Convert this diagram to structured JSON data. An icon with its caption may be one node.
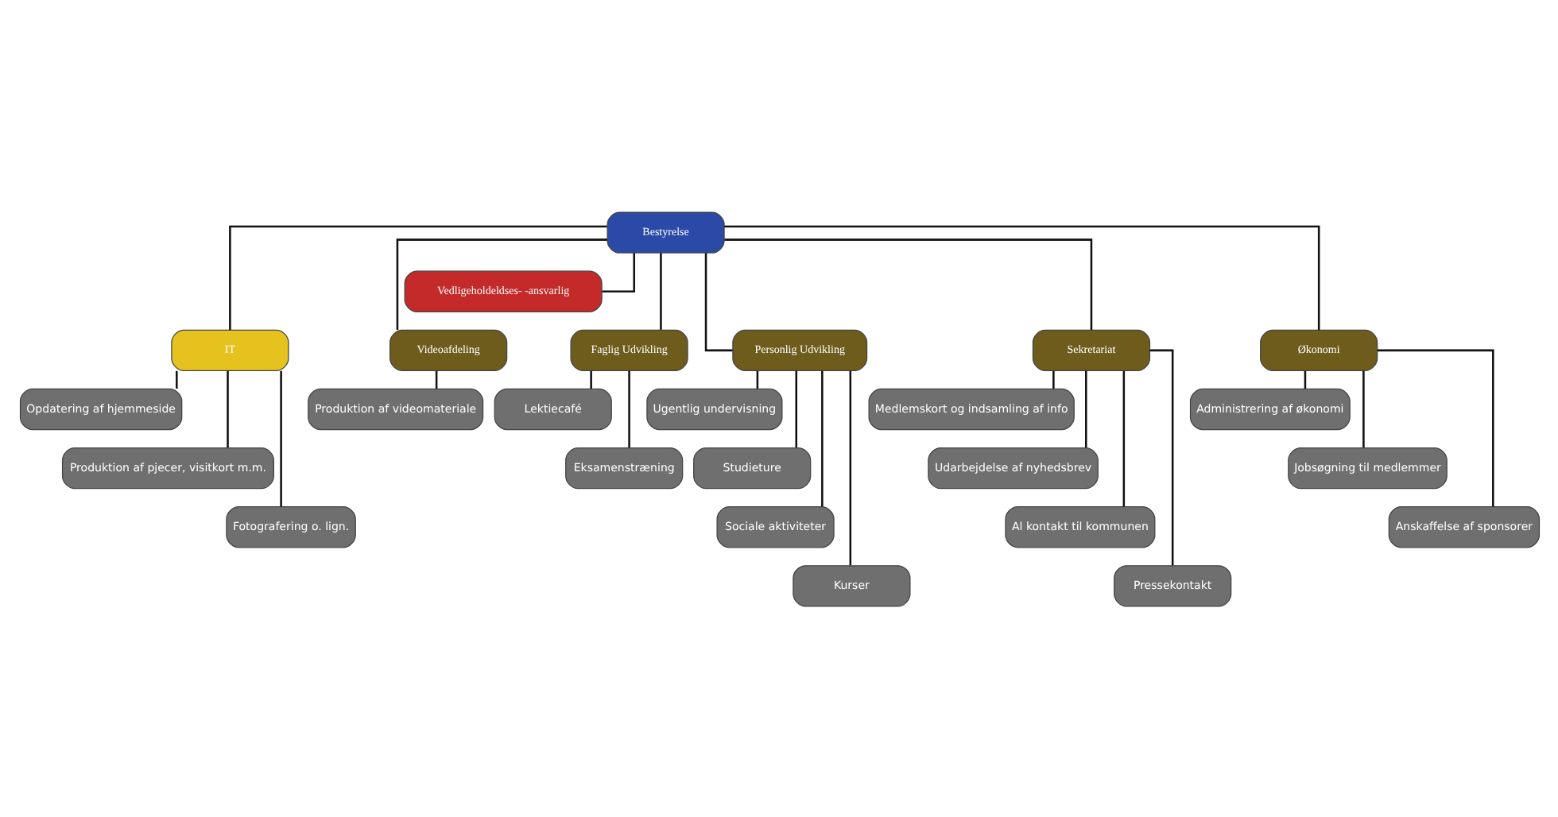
{
  "diagram": {
    "nodes": [
      {
        "text": [
          "Bestyrelse"
        ]
      },
      {
        "text": [
          "Vedligeholdeldses- -ansvarlig"
        ]
      },
      {
        "text": [
          "IT"
        ]
      },
      {
        "text": [
          "Opdatering af hjemmeside"
        ]
      },
      {
        "text": [
          "Produktion af pjecer, visitkort m.m."
        ]
      },
      {
        "text": [
          "Fotografering o. lign."
        ]
      },
      {
        "text": [
          "Videoafdeling"
        ]
      },
      {
        "text": [
          "Produktion af videomateriale"
        ]
      },
      {
        "text": [
          "Faglig Udvikling"
        ]
      },
      {
        "text": [
          "Lektiecafé"
        ]
      },
      {
        "text": [
          "Eksamenstræning"
        ]
      },
      {
        "text": [
          "Personlig Udvikling"
        ]
      },
      {
        "text": [
          "Ugentlig undervisning"
        ]
      },
      {
        "text": [
          "Studieture"
        ]
      },
      {
        "text": [
          "Sociale aktiviteter"
        ]
      },
      {
        "text": [
          "Kurser"
        ]
      },
      {
        "text": [
          "Sekretariat"
        ]
      },
      {
        "text": [
          "Medlemskort og indsamling af info"
        ]
      },
      {
        "text": [
          "Udarbejdelse af nyhedsbrev"
        ]
      },
      {
        "text": [
          "Al kontakt til kommunen"
        ]
      },
      {
        "text": [
          "Pressekontakt"
        ]
      },
      {
        "text": [
          "Økonomi"
        ]
      },
      {
        "text": [
          "Administrering af økonomi"
        ]
      },
      {
        "text": [
          "Jobsøgning til medlemmer"
        ]
      },
      {
        "text": [
          "Anskaffelse af sponsorer"
        ]
      }
    ],
    "edges": [
      {
        "from": 0,
        "to": 1,
        "arrow": "none"
      },
      {
        "from": 0,
        "to": 2,
        "arrow": "none"
      },
      {
        "from": 0,
        "to": 6,
        "arrow": "none"
      },
      {
        "from": 0,
        "to": 8,
        "arrow": "none"
      },
      {
        "from": 0,
        "to": 11,
        "arrow": "none"
      },
      {
        "from": 0,
        "to": 16,
        "arrow": "none"
      },
      {
        "from": 0,
        "to": 21,
        "arrow": "none"
      },
      {
        "from": 2,
        "to": 3,
        "arrow": "none"
      },
      {
        "from": 2,
        "to": 4,
        "arrow": "none"
      },
      {
        "from": 2,
        "to": 5,
        "arrow": "none"
      },
      {
        "from": 6,
        "to": 7,
        "arrow": "none"
      },
      {
        "from": 8,
        "to": 9,
        "arrow": "none"
      },
      {
        "from": 8,
        "to": 10,
        "arrow": "none"
      },
      {
        "from": 11,
        "to": 12,
        "arrow": "none"
      },
      {
        "from": 11,
        "to": 13,
        "arrow": "none"
      },
      {
        "from": 11,
        "to": 14,
        "arrow": "none"
      },
      {
        "from": 11,
        "to": 15,
        "arrow": "none"
      },
      {
        "from": 16,
        "to": 17,
        "arrow": "none"
      },
      {
        "from": 16,
        "to": 18,
        "arrow": "none"
      },
      {
        "from": 16,
        "to": 19,
        "arrow": "none"
      },
      {
        "from": 16,
        "to": 20,
        "arrow": "none"
      },
      {
        "from": 21,
        "to": 22,
        "arrow": "none"
      },
      {
        "from": 21,
        "to": 23,
        "arrow": "none"
      },
      {
        "from": 21,
        "to": 24,
        "arrow": "none"
      }
    ]
  }
}
